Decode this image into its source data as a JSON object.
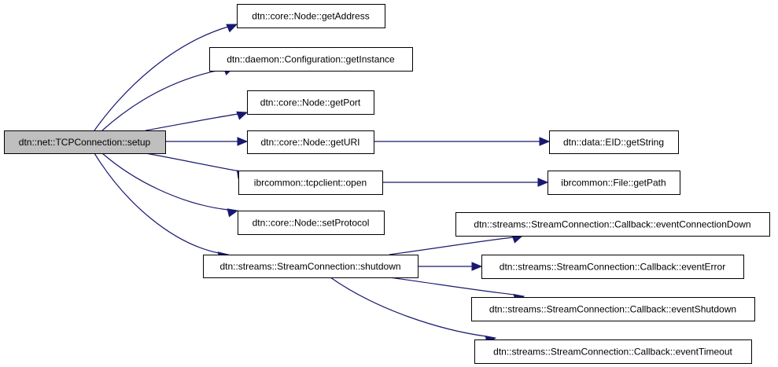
{
  "diagram": {
    "type": "call-graph",
    "colors": {
      "root_fill": "#bfbfbf",
      "node_fill": "#ffffff",
      "node_border": "#000000",
      "edge": "#191970"
    },
    "nodes": [
      {
        "id": "setup",
        "label": "dtn::net::TCPConnection::setup",
        "root": true
      },
      {
        "id": "getAddress",
        "label": "dtn::core::Node::getAddress"
      },
      {
        "id": "getInstance",
        "label": "dtn::daemon::Configuration::getInstance"
      },
      {
        "id": "getPort",
        "label": "dtn::core::Node::getPort"
      },
      {
        "id": "getURI",
        "label": "dtn::core::Node::getURI"
      },
      {
        "id": "open",
        "label": "ibrcommon::tcpclient::open"
      },
      {
        "id": "setProtocol",
        "label": "dtn::core::Node::setProtocol"
      },
      {
        "id": "shutdown",
        "label": "dtn::streams::StreamConnection::shutdown"
      },
      {
        "id": "getString",
        "label": "dtn::data::EID::getString"
      },
      {
        "id": "getPath",
        "label": "ibrcommon::File::getPath"
      },
      {
        "id": "eventConnectionDown",
        "label": "dtn::streams::StreamConnection::Callback::eventConnectionDown"
      },
      {
        "id": "eventError",
        "label": "dtn::streams::StreamConnection::Callback::eventError"
      },
      {
        "id": "eventShutdown",
        "label": "dtn::streams::StreamConnection::Callback::eventShutdown"
      },
      {
        "id": "eventTimeout",
        "label": "dtn::streams::StreamConnection::Callback::eventTimeout"
      }
    ],
    "edges": [
      {
        "from": "setup",
        "to": "getAddress"
      },
      {
        "from": "setup",
        "to": "getInstance"
      },
      {
        "from": "setup",
        "to": "getPort"
      },
      {
        "from": "setup",
        "to": "getURI"
      },
      {
        "from": "setup",
        "to": "open"
      },
      {
        "from": "setup",
        "to": "setProtocol"
      },
      {
        "from": "setup",
        "to": "shutdown"
      },
      {
        "from": "getURI",
        "to": "getString"
      },
      {
        "from": "open",
        "to": "getPath"
      },
      {
        "from": "shutdown",
        "to": "eventConnectionDown"
      },
      {
        "from": "shutdown",
        "to": "eventError"
      },
      {
        "from": "shutdown",
        "to": "eventShutdown"
      },
      {
        "from": "shutdown",
        "to": "eventTimeout"
      }
    ]
  }
}
